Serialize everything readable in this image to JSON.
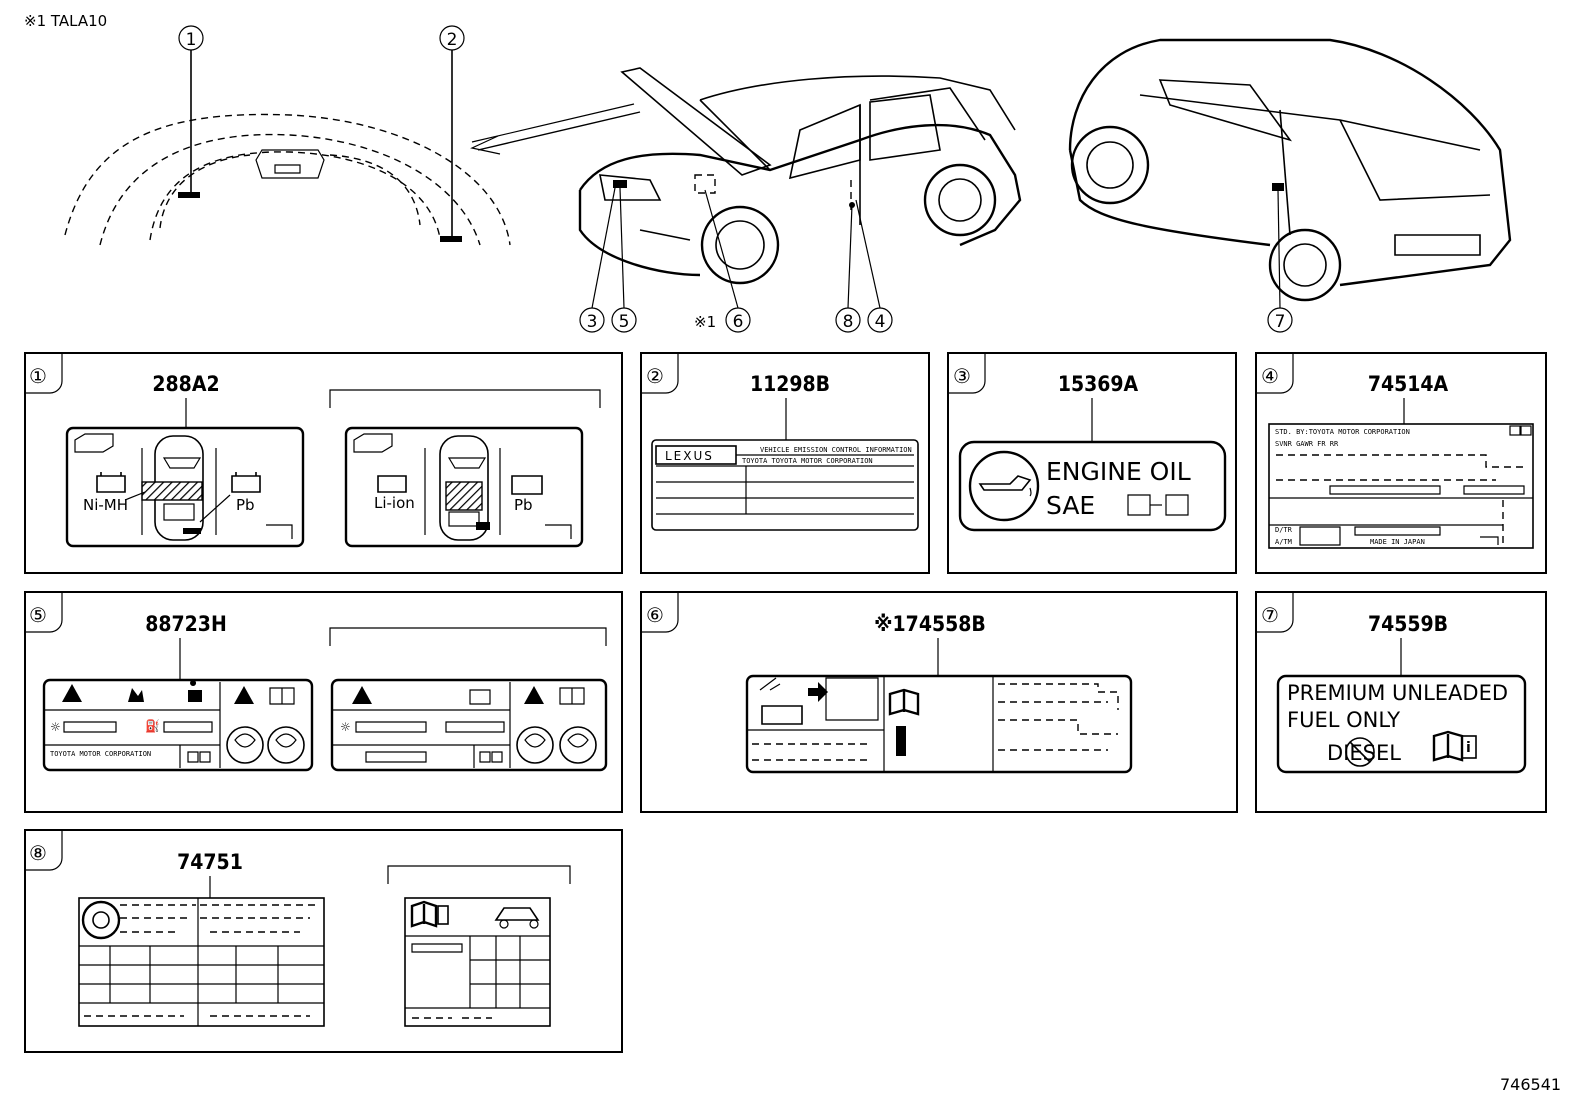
{
  "header": {
    "note": "※1  TALA10",
    "figure_id": "746541"
  },
  "callouts": [
    "①",
    "②",
    "③",
    "⑤",
    "※1⑥",
    "⑧",
    "④",
    "⑦"
  ],
  "panels": [
    {
      "id": "①",
      "part": "288A2",
      "left_labels": [
        "Ni-MH",
        "Pb"
      ],
      "right_labels": [
        "Li-ion",
        "Pb"
      ]
    },
    {
      "id": "②",
      "part": "11298B"
    },
    {
      "id": "③",
      "part": "15369A",
      "text_line1": "ENGINE  OIL",
      "text_line2": "SAE"
    },
    {
      "id": "④",
      "part": "74514A",
      "lines": [
        "STD. BY:TOYOTA MOTOR CORPORATION",
        "MADE  IN  JAPAN"
      ]
    },
    {
      "id": "⑤",
      "part": "88723H"
    },
    {
      "id": "⑥",
      "part": "※174558B"
    },
    {
      "id": "⑦",
      "part": "74559B",
      "line1": "PREMIUM  UNLEADED",
      "line2": "FUEL  ONLY",
      "line3": "DIESEL"
    },
    {
      "id": "⑧",
      "part": "74751"
    }
  ]
}
